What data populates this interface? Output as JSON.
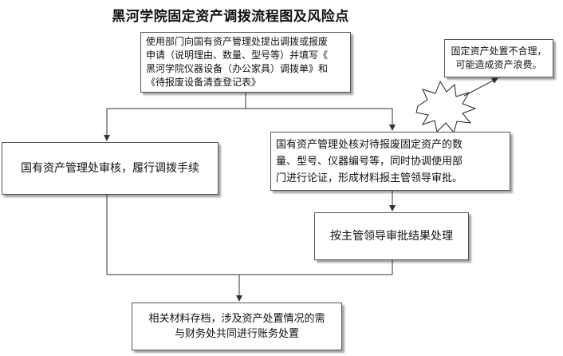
{
  "title": "黑河学院固定资产调拨流程图及风险点",
  "nodes": {
    "apply": "使用部门向国有资产管理处提出调拨或报废\n申请（说明理由、数量、型号等）并填写《\n黑河学院仪器设备（办公家具）调拨单》和\n《待报废设备清查登记表》",
    "review": "国有资产管理处审核，履行调拨手续",
    "verify": "国有资产管理处核对待报废固定资产的数\n量、型号、仪器编号等，同时协调使用部\n门进行论证，形成材料报主管领导审批。",
    "handle": "按主管领导审批结果处理",
    "archive": "相关材料存档，涉及资产处置情况的需\n与财务处共同进行账务处置",
    "risk": "固定资产处置不合理，\n可能造成资产浪费。"
  },
  "colors": {
    "line": "#333333",
    "border": "#555555",
    "background": "#ffffff"
  }
}
